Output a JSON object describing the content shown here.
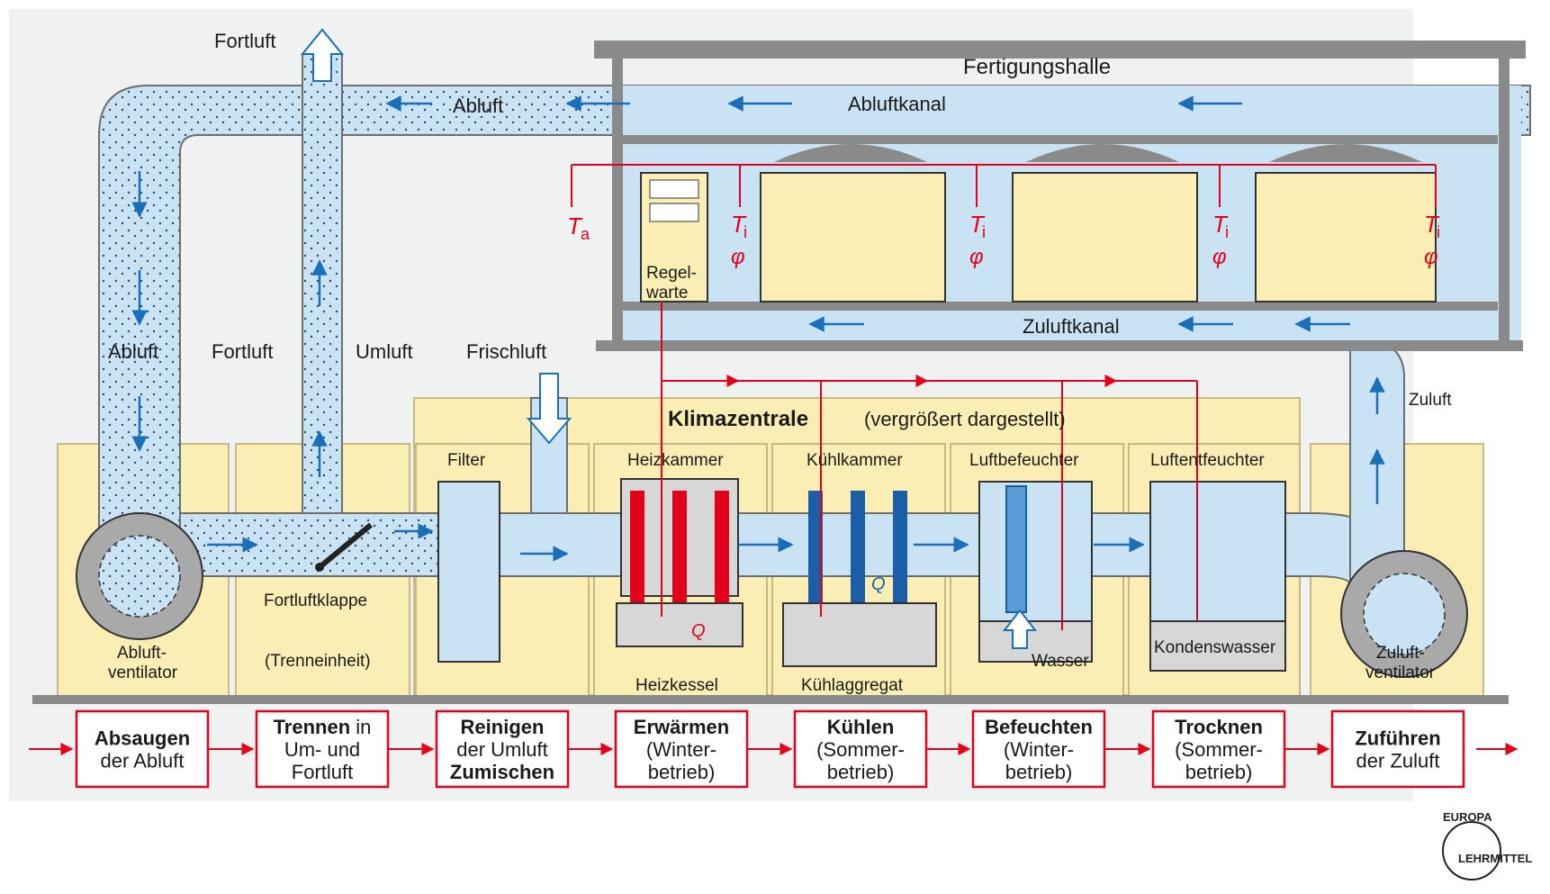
{
  "labels": {
    "fortluft_top": "Fortluft",
    "abluft_top": "Abluft",
    "fertigungshalle": "Fertigungshalle",
    "abluftkanal": "Abluftkanal",
    "zuluftkanal": "Zuluftkanal",
    "abluft_left": "Abluft",
    "fortluft_mid": "Fortluft",
    "umluft": "Umluft",
    "frischluft": "Frischluft",
    "zuluft": "Zuluft",
    "klimazentrale": "Klimazentrale",
    "klimazentrale_note": "(vergrößert dargestellt)",
    "regelwarte_1": "Regel-",
    "regelwarte_2": "warte",
    "ta": "T",
    "ta_sub": "a",
    "ti": "T",
    "ti_sub": "i",
    "phi": "φ",
    "q": "Q",
    "filter": "Filter",
    "heizkammer": "Heizkammer",
    "kuehlkammer": "Kühlkammer",
    "luftbefeuchter": "Luftbefeuchter",
    "luftentfeuchter": "Luftentfeuchter",
    "fortluftklappe": "Fortluftklappe",
    "trenneinheit": "(Trenneinheit)",
    "abluftventilator_1": "Abluft-",
    "abluftventilator_2": "ventilator",
    "zuluftventilator_1": "Zuluft-",
    "zuluftventilator_2": "ventilator",
    "heizkessel": "Heizkessel",
    "kuehlaggregat": "Kühlaggregat",
    "wasser": "Wasser",
    "kondenswasser": "Kondenswasser",
    "logo_top": "EUROPA",
    "logo_bottom": "LEHRMITTEL"
  },
  "steps": [
    {
      "bold": "Absaugen",
      "lines": [
        "der Abluft"
      ]
    },
    {
      "bold": "Trennen",
      "inline": " in",
      "lines": [
        "Um- und",
        "Fortluft"
      ]
    },
    {
      "bold": "Reinigen",
      "lines": [
        "der Umluft"
      ],
      "bold2": "Zumischen"
    },
    {
      "bold": "Erwärmen",
      "lines": [
        "(Winter-",
        "betrieb)"
      ]
    },
    {
      "bold": "Kühlen",
      "lines": [
        "(Sommer-",
        "betrieb)"
      ]
    },
    {
      "bold": "Befeuchten",
      "lines": [
        "(Winter-",
        "betrieb)"
      ]
    },
    {
      "bold": "Trocknen",
      "lines": [
        "(Sommer-",
        "betrieb)"
      ]
    },
    {
      "bold": "Zuführen",
      "lines": [
        "der Zuluft"
      ]
    }
  ],
  "colors": {
    "air": "#c9e3f4",
    "airDot": "#2a4a66",
    "flowArrow": "#1a6fb8",
    "yellow": "#fbeeb4",
    "control": "#e3001b",
    "wall": "#6e6e6e",
    "heater": "#e3001b",
    "cooler": "#1a5ea8"
  }
}
